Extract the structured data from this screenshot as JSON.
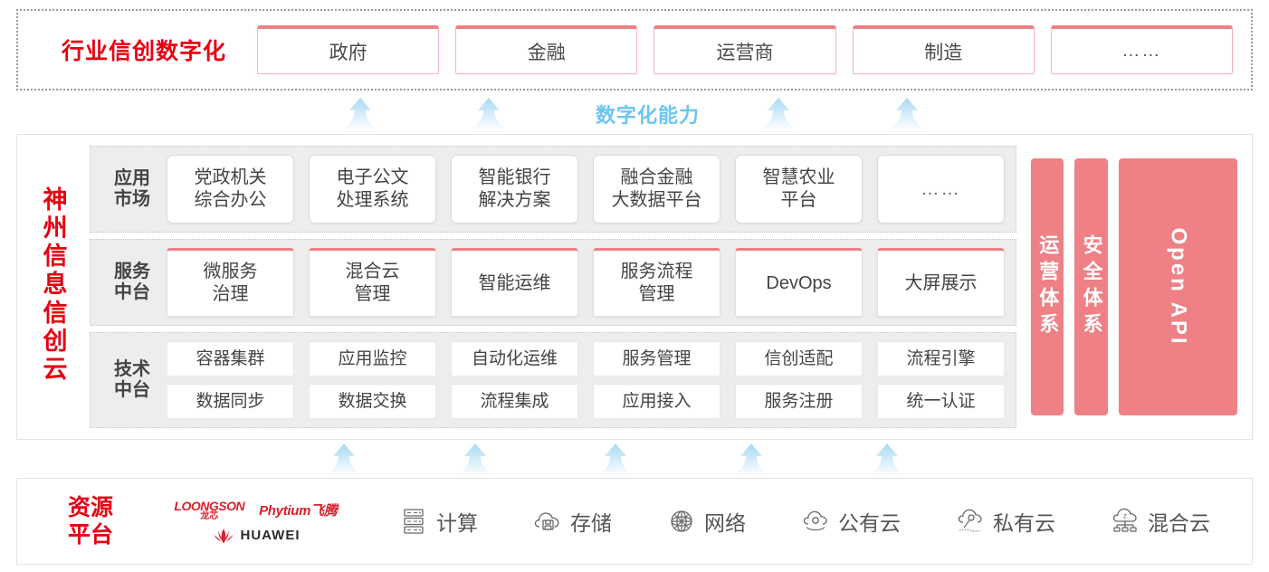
{
  "industry": {
    "title": "行业信创数字化",
    "boxes": [
      {
        "label": "政府"
      },
      {
        "label": "金融"
      },
      {
        "label": "运营商"
      },
      {
        "label": "制造"
      },
      {
        "label": "……"
      }
    ]
  },
  "capability": {
    "label": "数字化能力"
  },
  "cloud": {
    "vertical_title_chars": [
      "神",
      "州",
      "信",
      "息",
      "信",
      "创",
      "云"
    ],
    "bands": [
      {
        "name": "app",
        "label_lines": [
          "应用",
          "市场"
        ],
        "cells": [
          "党政机关\n综合办公",
          "电子公文\n处理系统",
          "智能银行\n解决方案",
          "融合金融\n大数据平台",
          "智慧农业\n平台",
          "……"
        ]
      },
      {
        "name": "svc",
        "label_lines": [
          "服务",
          "中台"
        ],
        "cells": [
          "微服务\n治理",
          "混合云\n管理",
          "智能运维",
          "服务流程\n管理",
          "DevOps",
          "大屏展示"
        ]
      },
      {
        "name": "tech",
        "label_lines": [
          "技术",
          "中台"
        ],
        "row1": [
          "容器集群",
          "应用监控",
          "自动化运维",
          "服务管理",
          "信创适配",
          "流程引擎"
        ],
        "row2": [
          "数据同步",
          "数据交换",
          "流程集成",
          "应用接入",
          "服务注册",
          "统一认证"
        ]
      }
    ],
    "pillars": [
      {
        "label": "运营体系",
        "orientation": "vertical-cjk"
      },
      {
        "label": "安全体系",
        "orientation": "vertical-cjk"
      },
      {
        "label": "Open API",
        "orientation": "rotated-latin"
      }
    ]
  },
  "resource": {
    "title_lines": [
      "资源",
      "平台"
    ],
    "vendors": [
      {
        "name": "LOONGSON",
        "sub": "龙芯",
        "icon": "loongson-logo"
      },
      {
        "name": "Phytium飞腾",
        "icon": "phytium-logo"
      },
      {
        "name": "HUAWEI",
        "icon": "huawei-logo"
      }
    ],
    "items": [
      {
        "label": "计算",
        "icon": "server-rack-icon"
      },
      {
        "label": "存储",
        "icon": "cloud-storage-icon"
      },
      {
        "label": "网络",
        "icon": "network-globe-icon"
      },
      {
        "label": "公有云",
        "icon": "public-cloud-icon"
      },
      {
        "label": "私有云",
        "icon": "private-cloud-icon"
      },
      {
        "label": "混合云",
        "icon": "hybrid-cloud-icon"
      }
    ]
  },
  "colors": {
    "brand_red": "#E60012",
    "pink_panel": "#EE8086",
    "pink_border": "#F3B7BC",
    "arrow_blue": "#A9D9F5",
    "capability_blue": "#6DC5F0",
    "band_gray": "#ededed"
  }
}
